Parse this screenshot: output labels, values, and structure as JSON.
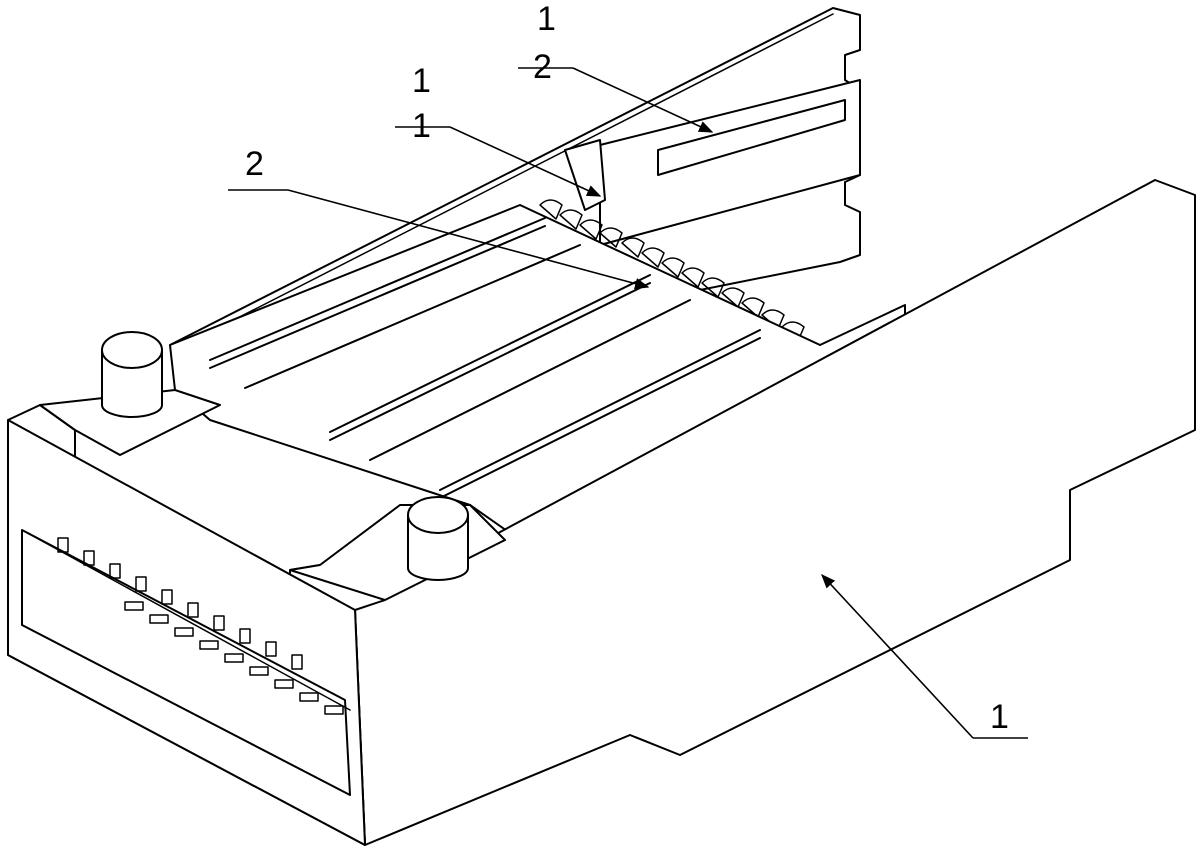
{
  "labels": {
    "housing_side_numeral": "1",
    "top_stack_upper": "1",
    "top_stack_lower": "2",
    "mid_stack_upper": "1",
    "mid_stack_lower": "1",
    "contacts_numeral": "2"
  },
  "colors": {
    "line": "#000000",
    "background": "#ffffff"
  }
}
